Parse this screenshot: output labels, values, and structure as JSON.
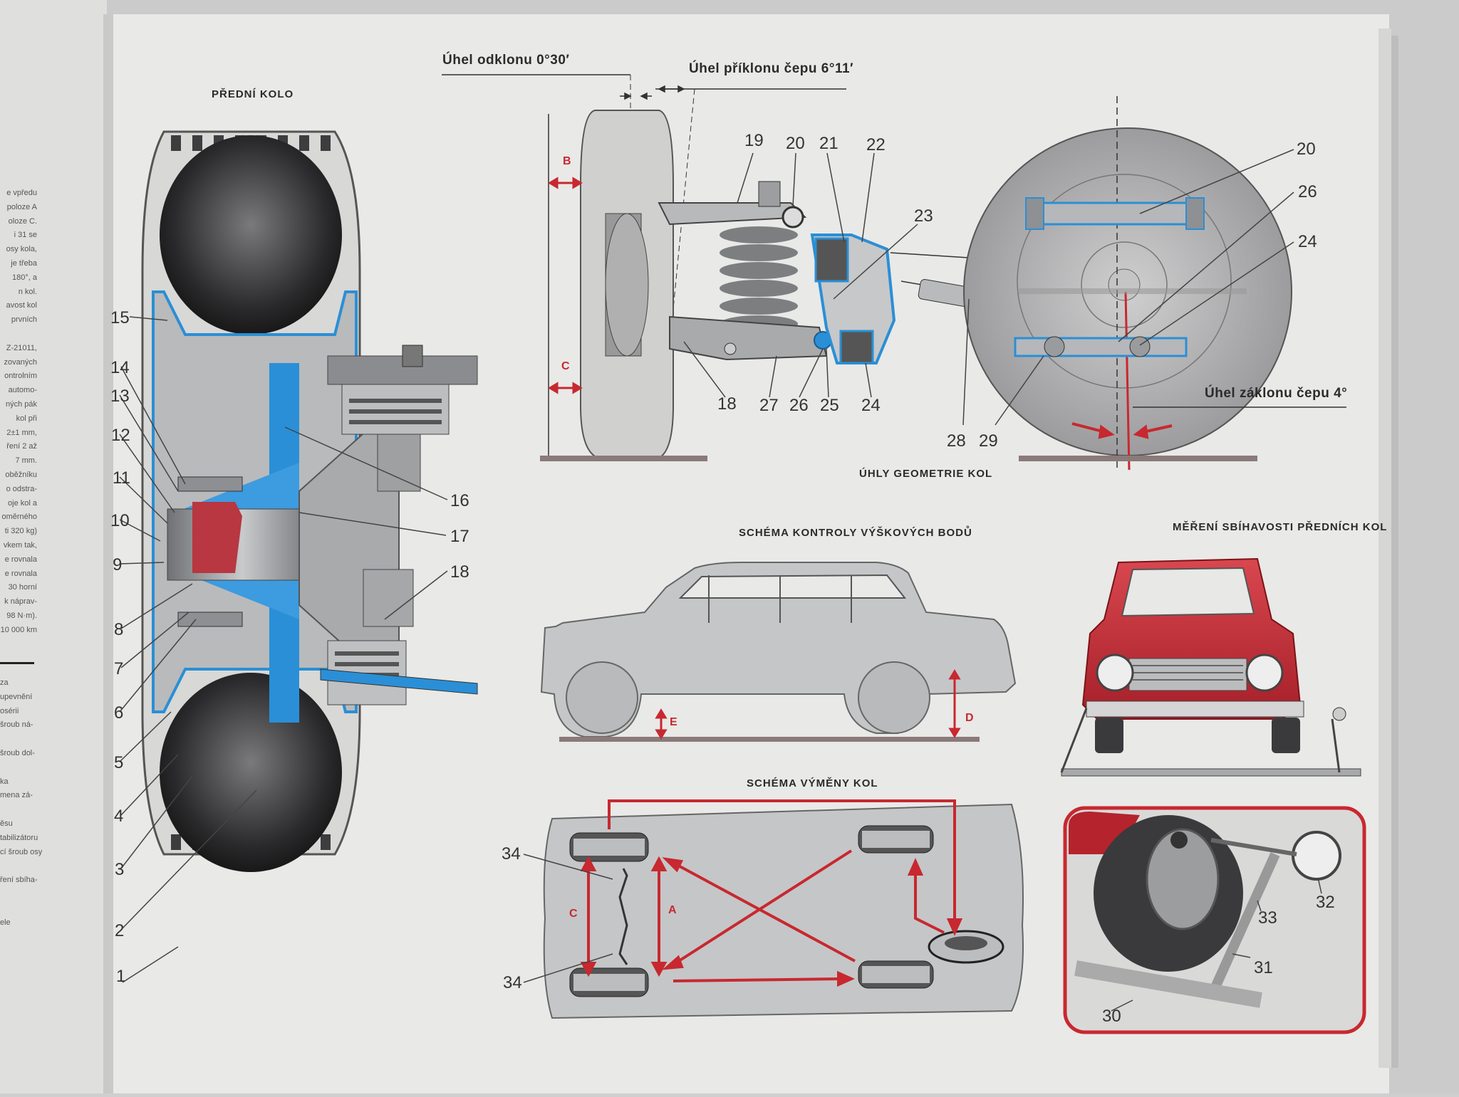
{
  "captions": {
    "front_wheel": "PŘEDNÍ KOLO",
    "geometry": "ÚHLY GEOMETRIE KOL",
    "height_check": "SCHÉMA KONTROLY VÝŠKOVÝCH BODŮ",
    "toe_measure": "MĚŘENÍ SBÍHAVOSTI PŘEDNÍCH KOL",
    "wheel_swap": "SCHÉMA VÝMĚNY KOL"
  },
  "angles": {
    "camber": "Úhel odklonu 0°30′",
    "kingpin": "Úhel příklonu čepu 6°11′",
    "caster": "Úhel záklonu čepu 4°"
  },
  "letters": {
    "A": "A",
    "B": "B",
    "C": "C",
    "D": "D",
    "E": "E"
  },
  "callouts_wheel": [
    "1",
    "2",
    "3",
    "4",
    "5",
    "6",
    "7",
    "8",
    "9",
    "10",
    "11",
    "12",
    "13",
    "14",
    "15",
    "16",
    "17",
    "18"
  ],
  "callouts_geometry": [
    "18",
    "19",
    "20",
    "21",
    "22",
    "23",
    "24",
    "25",
    "26",
    "27",
    "28",
    "29",
    "20",
    "26",
    "24"
  ],
  "callouts_measure": [
    "30",
    "31",
    "32",
    "33",
    "34",
    "34"
  ],
  "side_text": [
    "e vpředu",
    "poloze A",
    "oloze C.",
    "i 31 se",
    "osy kola,",
    "je třeba",
    "180°, a",
    "n kol.",
    "avost kol",
    "prvních",
    "",
    "Z-21011,",
    "zovaných",
    "ontrolním",
    "automo-",
    "ných pák",
    "kol při",
    "2±1 mm,",
    "ření 2 až",
    "7 mm.",
    "oběžníku",
    "o odstra-",
    "oje kol a",
    "oměrného",
    "ti 320 kg)",
    "vkem tak,",
    "e rovnala",
    "e rovnala",
    "30 horní",
    "k náprav-",
    "98 N·m).",
    "10 000 km"
  ],
  "side_text_lower": [
    "za",
    "upevnění",
    "osérii",
    "šroub ná-",
    "",
    "šroub dol-",
    "",
    "ka",
    "mena zá-",
    "",
    "ěsu",
    "tabilizátoru",
    "cí šroub osy",
    "",
    "ření sbíha-",
    "",
    "",
    "ele"
  ],
  "colors": {
    "paper": "#e9e9e7",
    "blue": "#2a8fd6",
    "red": "#c8282f",
    "steel": "#8d8f93",
    "tire": "#3a3a3c"
  }
}
